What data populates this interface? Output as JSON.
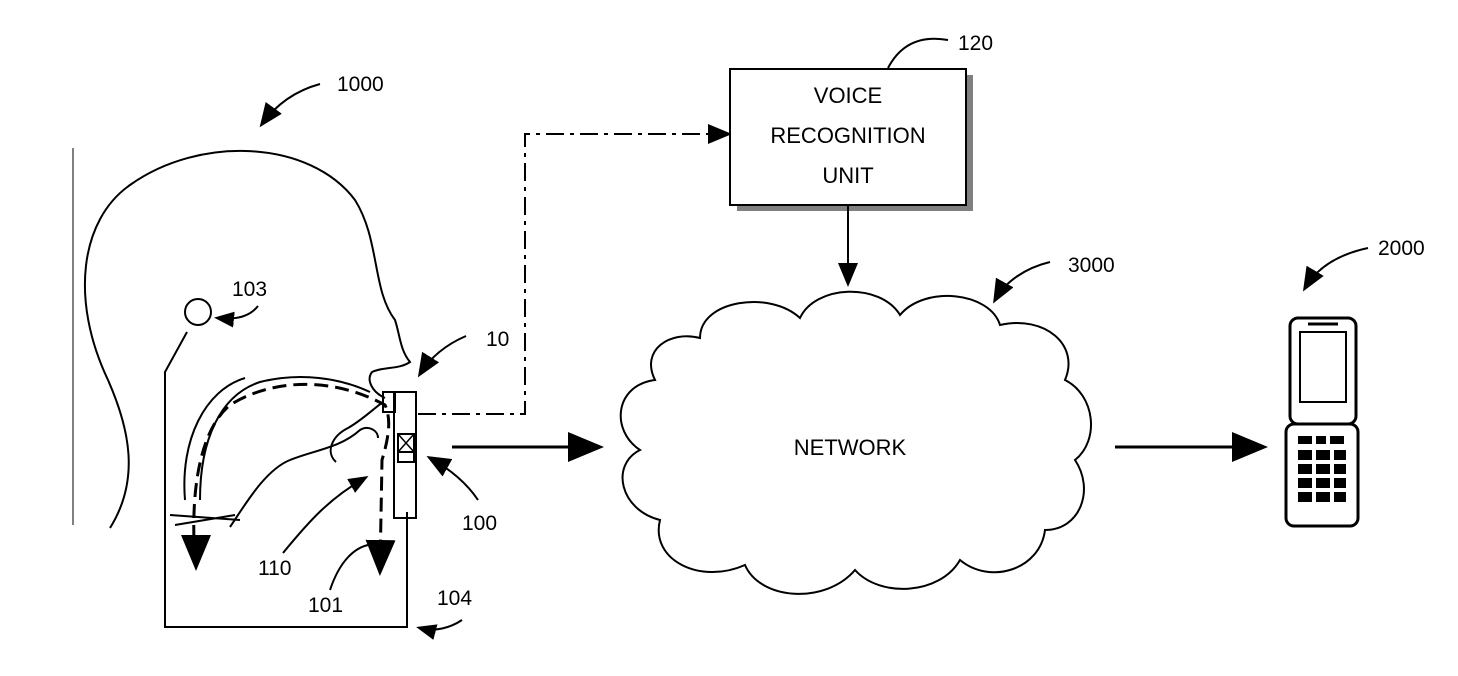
{
  "labels": {
    "user": "1000",
    "voice_unit": "120",
    "network": "3000",
    "phone": "2000",
    "sensor_module": "10",
    "sensor_point": "103",
    "sensor_body": "100",
    "path_110": "110",
    "path_101": "101",
    "region_104": "104"
  },
  "voice_box": {
    "line1": "VOICE",
    "line2": "RECOGNITION",
    "line3": "UNIT"
  },
  "network": {
    "name": "NETWORK"
  }
}
